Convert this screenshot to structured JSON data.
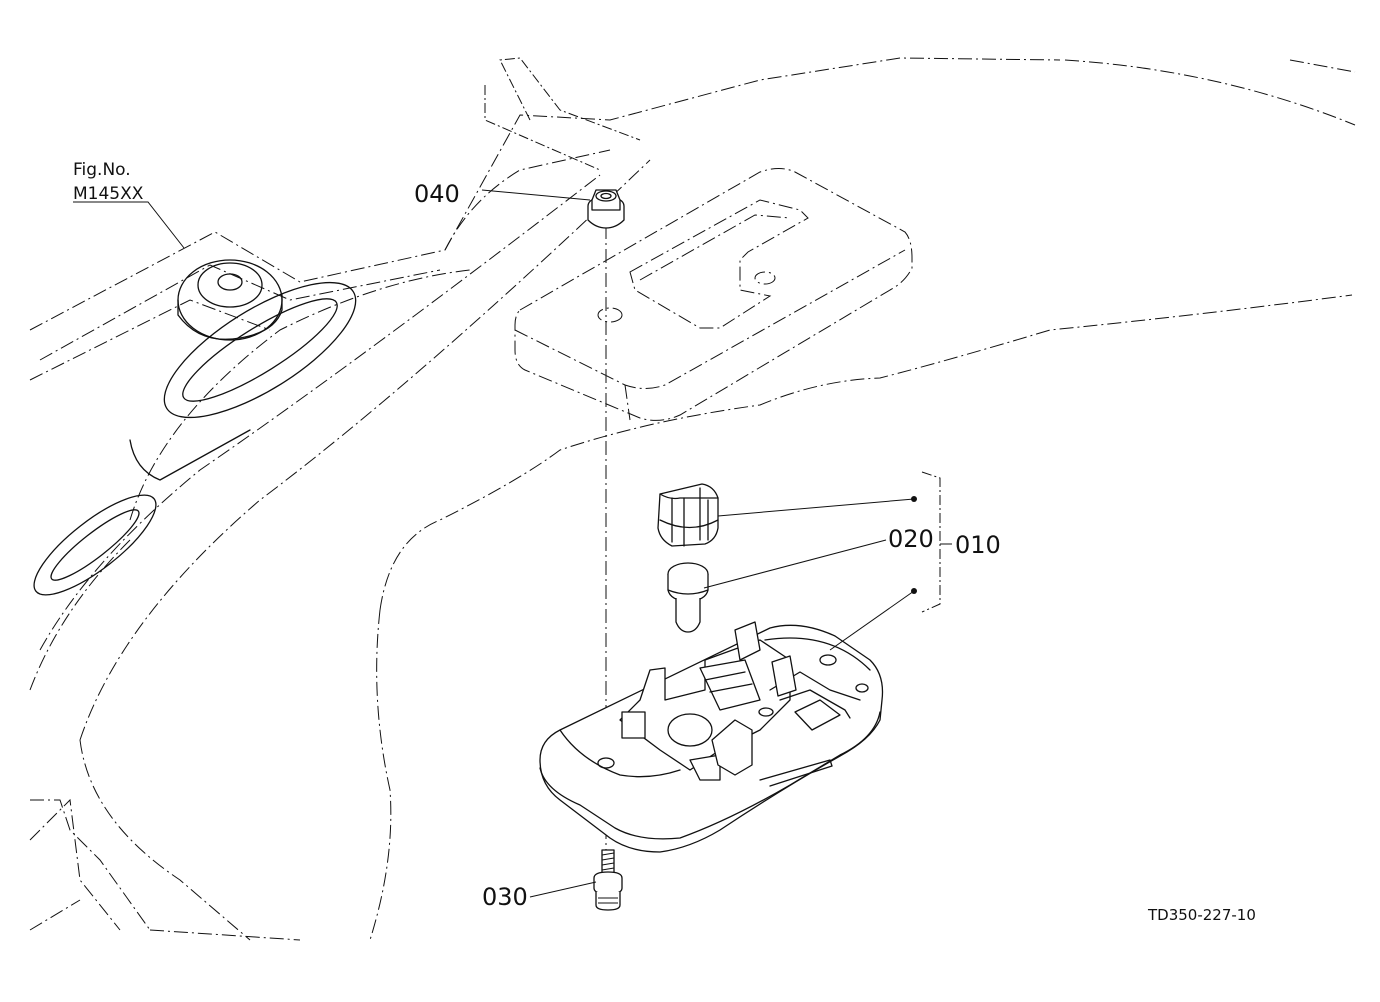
{
  "figure": {
    "fig_label": "Fig.No.",
    "fig_number": "M145XX",
    "drawing_code": "TD350-227-10"
  },
  "callouts": {
    "c010": "010",
    "c020": "020",
    "c030": "030",
    "c040": "040"
  }
}
